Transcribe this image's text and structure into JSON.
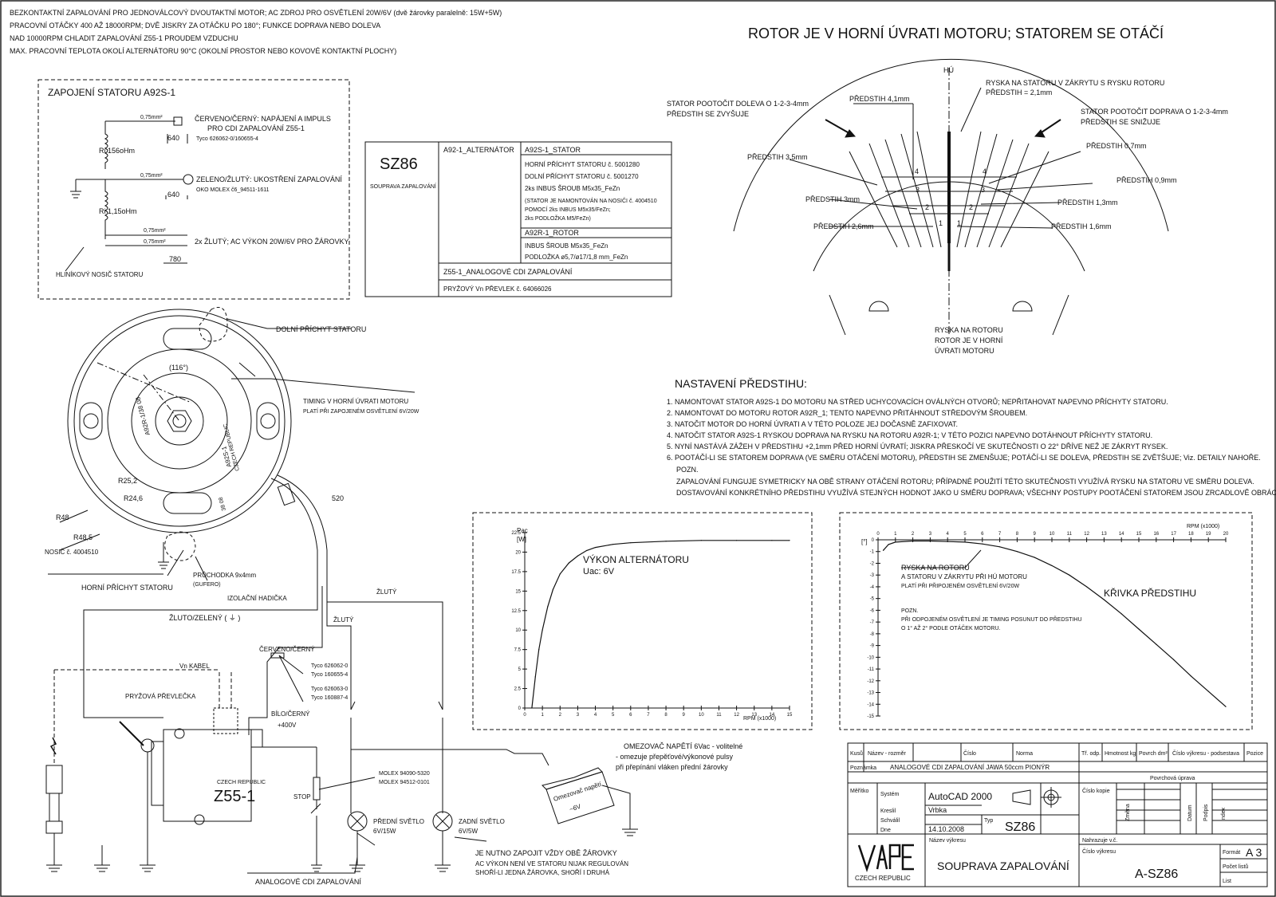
{
  "header": {
    "line1": "BEZKONTAKTNÍ ZAPALOVÁNÍ PRO JEDNOVÁLCOVÝ DVOUTAKTNÍ MOTOR; AC ZDROJ PRO OSVĚTLENÍ 20W/6V (dvě žárovky paralelně: 15W+5W)",
    "line2": "PRACOVNÍ OTÁČKY 400 AŽ 18000RPM; DVĚ JISKRY ZA OTÁČKU PO 180°; FUNKCE DOPRAVA NEBO DOLEVA",
    "line3": "NAD 10000RPM CHLADIT ZAPALOVÁNÍ Z55-1 PROUDEM VZDUCHU",
    "line4": "MAX. PRACOVNÍ TEPLOTA OKOLÍ ALTERNÁTORU 90°C (OKOLNÍ PROSTOR NEBO KOVOVÉ KONTAKTNÍ PLOCHY)"
  },
  "stator_box": {
    "title": "ZAPOJENÍ STATORU A92S-1",
    "w1": "ČERVENO/ČERNÝ: NAPÁJENÍ A IMPULS",
    "w1b": "PRO CDI ZAPALOVÁNÍ Z55-1",
    "w1c": "Tyco 626062-0/160655-4",
    "w2": "ZELENO/ŽLUTÝ: UKOSTŘENÍ ZAPALOVÁNÍ",
    "w2b": "OKO MOLEX č6_94511-1611",
    "w3": "2x ŽLUTÝ; AC VÝKON 20W/6V PRO ŽÁROVKY",
    "ri1": "Ri 156oHm",
    "ri2": "Ri 1,15oHm",
    "wire": "0,75mm²",
    "d640": "640",
    "d780": "780",
    "carrier": "HLINÍKOVÝ NOSIČ STATORU"
  },
  "parts_table": {
    "kit": "SZ86",
    "kit_sub": "SOUPRAVA ZAPALOVÁNÍ",
    "alt": "A92-1_ALTERNÁTOR",
    "stator": "A92S-1_STATOR",
    "s1": "HORNÍ PŘÍCHYT STATORU č. 5001280",
    "s2": "DOLNÍ PŘÍCHYT STATORU č. 5001270",
    "s3": "2ks INBUS ŠROUB M5x35_FeZn",
    "s4": "(STATOR JE NAMONTOVÁN NA NOSIČI č. 4004510",
    "s5": "POMOCÍ 2ks INBUS M5x35/FeZn;",
    "s6": "2ks PODLOŽKA M5/FeZn)",
    "rotor": "A92R-1_ROTOR",
    "r1": "INBUS ŠROUB M5x35_FeZn",
    "r2": "PODLOŽKA ø5,7/ø17/1,8 mm_FeZn",
    "cdi": "Z55-1_ANALOGOVÉ CDI ZAPALOVÁNÍ",
    "cdi2": "PRYŽOVÝ Vn PŘEVLEK č. 64066026"
  },
  "timing": {
    "title": "ROTOR JE V HORNÍ ÚVRATI MOTORU; STATOREM SE OTÁČÍ",
    "hu": "HÚ",
    "ryska_top": "RYSKA NA STATORU V ZÁKRYTU S RYSKU ROTORU",
    "ryska_top2": "PŘEDSTIH = 2,1mm",
    "left_rot": "STATOR POOTOČIT DOLEVA O 1-2-3-4mm",
    "left_rot2": "PŘEDSTIH SE ZVYŠUJE",
    "right_rot": "STATOR POOTOČIT DOPRAVA O 1-2-3-4mm",
    "right_rot2": "PŘEDSTIH SE SNIŽUJE",
    "p41": "PŘEDSTIH 4,1mm",
    "p35": "PŘEDSTIH 3,5mm",
    "p3": "PŘEDSTIH 3mm",
    "p26": "PŘEDSTIH 2,6mm",
    "p07": "PŘEDSTIH 0,7mm",
    "p09": "PŘEDSTIH 0,9mm",
    "p13": "PŘEDSTIH 1,3mm",
    "p16": "PŘEDSTIH 1,6mm",
    "rotor_mark": "RYSKA NA ROTORU",
    "rotor_mark2": "ROTOR JE V HORNÍ",
    "rotor_mark3": "ÚVRATI MOTORU",
    "n1": "1",
    "n2": "2",
    "n3": "3",
    "n4": "4"
  },
  "setup": {
    "title": "NASTAVENÍ PŘEDSTIHU:",
    "s1": "1. NAMONTOVAT STATOR A92S-1 DO MOTORU NA STŘED UCHYCOVACÍCH OVÁLNÝCH OTVORŮ; NEPŘITAHOVAT NAPEVNO PŘÍCHYTY STATORU.",
    "s2": "2. NAMONTOVAT DO MOTORU ROTOR A92R_1; TENTO NAPEVNO PŘITÁHNOUT STŘEDOVÝM ŠROUBEM.",
    "s3": "3. NATOČIT MOTOR DO HORNÍ ÚVRATI A V TÉTO POLOZE JEJ DOČASNĚ ZAFIXOVAT.",
    "s4": "4. NATOČIT STATOR A92S-1 RYSKOU DOPRAVA NA RYSKU NA ROTORU A92R-1; V TÉTO POZICI NAPEVNO DOTÁHNOUT PŘÍCHYTY STATORU.",
    "s5": "5. NYNÍ NASTÁVÁ ZÁŽEH V PŘEDSTIHU +2,1mm PŘED HORNÍ ÚVRATÍ; JISKRA PŘESKOČÍ VE SKUTEČNOSTI O 22° DŘÍVE NEŽ JE ZÁKRYT RYSEK.",
    "s6": "6. POOTÁČÍ-LI SE STATOREM DOPRAVA (VE SMĚRU OTÁČENÍ MOTORU), PŘEDSTIH SE ZMENŠUJE; POTÁČÍ-LI SE DOLEVA, PŘEDSTIH SE ZVĚTŠUJE; Viz. DETAILY NAHOŘE.",
    "pozn": "POZN.",
    "n1": "ZAPALOVÁNÍ FUNGUJE SYMETRICKY NA OBĚ STRANY OTÁČENÍ ROTORU; PŘÍPADNÉ POUŽITÍ TÉTO SKUTEČNOSTI VYUŽÍVÁ RYSKU NA STATORU VE SMĚRU DOLEVA.",
    "n2": "DOSTAVOVÁNÍ KONKRÉTNÍHO PŘEDSTIHU VYUŽÍVÁ STEJNÝCH HODNOT JAKO U SMĚRU DOPRAVA; VŠECHNY POSTUPY POOTÁČENÍ STATOREM JSOU ZRCADLOVĚ OBRÁCENÉ."
  },
  "stator_drawing": {
    "dolni": "DOLNÍ PŘÍCHYT STATORU",
    "horni": "HORNÍ PŘÍCHYT STATORU",
    "timing": "TIMING V HORNÍ ÚVRATI MOTORU",
    "timing2": "PLATÍ PŘI ZAPOJENÉM OSVĚTLENÍ 6V/20W",
    "angle": "(116°)",
    "r252": "R25,2",
    "r246": "R24,6",
    "r48": "R48",
    "r485": "R48,5",
    "nosic": "NOSIČ č. 4004510",
    "pruchodka": "PRŮCHODKA 9x4mm",
    "gufero": "(GUFERO)",
    "izol": "IZOLAČNÍ HADIČKA",
    "d520": "520",
    "rotorLabel": "A92R-1/38 08",
    "statorLabel": "A92S-1",
    "czech": "CZECH REPUBLIC",
    "datecode": "38 08"
  },
  "wiring": {
    "zl": "ŽLUTÝ",
    "zl2": "ŽLUTÝ",
    "zz": "ŽLUTO/ZELENÝ ( ⏚ )",
    "vn": "Vn KABEL",
    "pryz": "PRYŽOVÁ PŘEVLEČKA",
    "cc": "ČERVENO/ČERNÝ",
    "t1": "Tyco 626062-0",
    "t2": "Tyco 160655-4",
    "t3": "Tyco 626063-0",
    "t4": "Tyco 160887-4",
    "bc": "BÍLO/ČERNÝ",
    "v400": "+400V",
    "m1": "MOLEX 94090-5320",
    "m2": "MOLEX 94512-0101",
    "stop": "STOP",
    "front": "PŘEDNÍ SVĚTLO",
    "front2": "6V/15W",
    "rear": "ZADNÍ SVĚTLO",
    "rear2": "6V/5W",
    "brand": "CZECH REPUBLIC",
    "model": "Z55-1",
    "omez": "OMEZOVAČ NAPĚTÍ 6Vac - volitelné",
    "omez2": "- omezuje přepěťové/výkonové pulsy",
    "omez3": "při přepínání vláken přední žárovky",
    "omez_box": "Omezovač napětí",
    "omez_box2": "~6V",
    "must": "JE NUTNO ZAPOJIT VŽDY OBĚ ŽÁROVKY",
    "must2": "AC VÝKON NENÍ VE STATORU NIJAK REGULOVÁN",
    "must3": "SHOŘÍ-LI JEDNA ŽÁROVKA, SHOŘÍ I DRUHÁ",
    "cdi": "ANALOGOVÉ CDI ZAPALOVÁNÍ"
  },
  "chart_power": {
    "ylabel": "Pac",
    "yunit": "[W]",
    "xlabel": "RPM (x1000)",
    "title": "VÝKON ALTERNÁTORU",
    "sub": "Uac:  6V"
  },
  "chart_advance": {
    "xlabel": "RPM (x1000)",
    "yunit": "[°]",
    "title": "KŘIVKA PŘEDSTIHU",
    "ryska": "RYSKA NA ROTORU",
    "ryska2": "A STATORU V ZÁKRYTU PŘI HÚ MOTORU",
    "ryska3": "PLATÍ PŘI PŘIPOJENÉM OSVĚTLENÍ 6V/20W",
    "pozn": "POZN.",
    "pozn2": "PŘI ODPOJENÉM OSVĚTLENÍ JE TIMING POSUNUT DO PŘEDSTIHU",
    "pozn3": "O 1° AŽ 2° PODLE OTÁČEK MOTORU."
  },
  "chart_data": [
    {
      "type": "line",
      "title": "VÝKON ALTERNÁTORU",
      "xlabel": "RPM (x1000)",
      "ylabel": "Pac [W]",
      "xlim": [
        0,
        15
      ],
      "ylim": [
        0,
        22.5
      ],
      "x_ticks": [
        "0",
        "1",
        "2",
        "3",
        "4",
        "5",
        "6",
        "7",
        "8",
        "9",
        "10",
        "11",
        "12",
        "13",
        "14",
        "15"
      ],
      "y_ticks": [
        "0",
        "2.5",
        "5",
        "7.5",
        "10",
        "12.5",
        "15",
        "17.5",
        "20",
        "22.5"
      ],
      "series": [
        {
          "x": [
            0.4,
            0.6,
            0.8,
            1,
            1.3,
            1.6,
            2,
            2.5,
            3,
            3.5,
            4,
            5,
            6,
            8,
            10,
            12,
            14,
            15
          ],
          "y": [
            0,
            4,
            7.5,
            10,
            13,
            15.2,
            17.2,
            18.6,
            19.5,
            20.2,
            20.6,
            21,
            21.2,
            21.4,
            21.5,
            21.5,
            21.5,
            21.5
          ]
        }
      ]
    },
    {
      "type": "line",
      "title": "KŘIVKA PŘEDSTIHU",
      "xlabel": "RPM (x1000)",
      "ylabel": "[°]",
      "xlim": [
        0,
        20
      ],
      "ylim": [
        -15,
        0
      ],
      "x_ticks": [
        "0",
        "1",
        "2",
        "3",
        "4",
        "5",
        "6",
        "7",
        "8",
        "9",
        "10",
        "11",
        "12",
        "13",
        "14",
        "15",
        "16",
        "17",
        "18",
        "19",
        "20"
      ],
      "y_ticks": [
        "0",
        "-1",
        "-2",
        "-3",
        "-4",
        "-5",
        "-6",
        "-7",
        "-8",
        "-9",
        "-10",
        "-11",
        "-12",
        "-13",
        "-14",
        "-15"
      ],
      "series": [
        {
          "x": [
            0.3,
            0.6,
            1,
            2,
            3,
            4,
            5,
            6,
            7,
            8,
            9,
            10,
            11,
            12,
            13,
            14,
            15,
            16,
            17,
            18,
            19,
            20
          ],
          "y": [
            -0.9,
            -0.4,
            -0.2,
            -0.1,
            -0.1,
            -0.15,
            -0.2,
            -0.35,
            -0.6,
            -1,
            -1.5,
            -2.2,
            -3,
            -4,
            -5.1,
            -6.3,
            -7.6,
            -8.9,
            -10.2,
            -11.6,
            -12.9,
            -14.2
          ]
        }
      ]
    }
  ],
  "title_block": {
    "kusu": "Kusů",
    "nazev": "Název - rozměr",
    "cislo": "Číslo",
    "norma": "Norma",
    "tr": "Tř. odp.",
    "hmot": "Hmotnost kg",
    "polotovar": "Povrch dm²",
    "cislo_v": "Číslo výkresu - podsestava",
    "pozice": "Pozice",
    "poznamka": "Poznámka",
    "poz_val": "ANALOGOVÉ CDI ZAPALOVÁNÍ JAWA 50ccm PIONÝR",
    "povrch": "Povrchová úprava",
    "meritko": "Měřítko",
    "system": "Systém",
    "system_val": "AutoCAD 2000",
    "kreslil": "Kreslil",
    "kreslil_val": "Vrbka",
    "schvalil": "Schválil",
    "dne": "Dne",
    "dne_val": "14.10.2008",
    "typ": "Typ",
    "typ_val": "SZ86",
    "cislo_kopie": "Číslo kopie",
    "zmena": "Změna",
    "datum": "Datum",
    "podpis": "Podpis",
    "index": "Index",
    "nahrazuje": "Nahrazuje v.č.",
    "nazev_v": "Název výkresu",
    "nazev_val": "SOUPRAVA ZAPALOVÁNÍ",
    "cislo_vyk": "Číslo výkresu",
    "cislo_val": "A-SZ86",
    "format": "Formát",
    "format_val": "A 3",
    "pocet": "Počet listů",
    "list": "List",
    "brand": "CZECH REPUBLIC"
  }
}
